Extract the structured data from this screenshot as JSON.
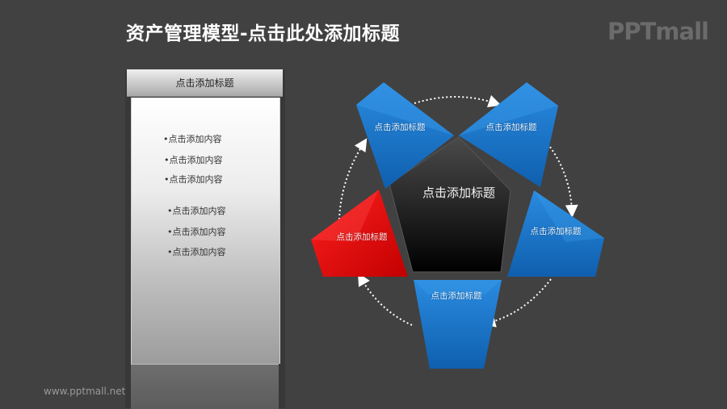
{
  "header": {
    "title": "资产管理模型-点击此处添加标题",
    "logo": "PPTmall"
  },
  "footer": {
    "url": "www.pptmall.net"
  },
  "left_panel": {
    "title": "点击添加标题",
    "items": [
      "•点击添加内容",
      "•点击添加内容",
      "•点击添加内容",
      "•点击添加内容",
      "•点击添加内容",
      "•点击添加内容"
    ]
  },
  "diagram": {
    "center_label": "点击添加标题",
    "petals": [
      {
        "position": "top-left",
        "label": "点击添加标题",
        "color": "#1a6fc4"
      },
      {
        "position": "top-right",
        "label": "点击添加标题",
        "color": "#1a6fc4"
      },
      {
        "position": "right",
        "label": "点击添加标题",
        "color": "#1a6fc4"
      },
      {
        "position": "bottom",
        "label": "点击添加标题",
        "color": "#1a6fc4"
      },
      {
        "position": "left",
        "label": "点击添加标题",
        "color": "#d40000"
      }
    ],
    "colors": {
      "background": "#414141",
      "blue": "#1a74c8",
      "red": "#e00000",
      "center": "#1a1a1a",
      "arrow": "#ffffff"
    }
  }
}
